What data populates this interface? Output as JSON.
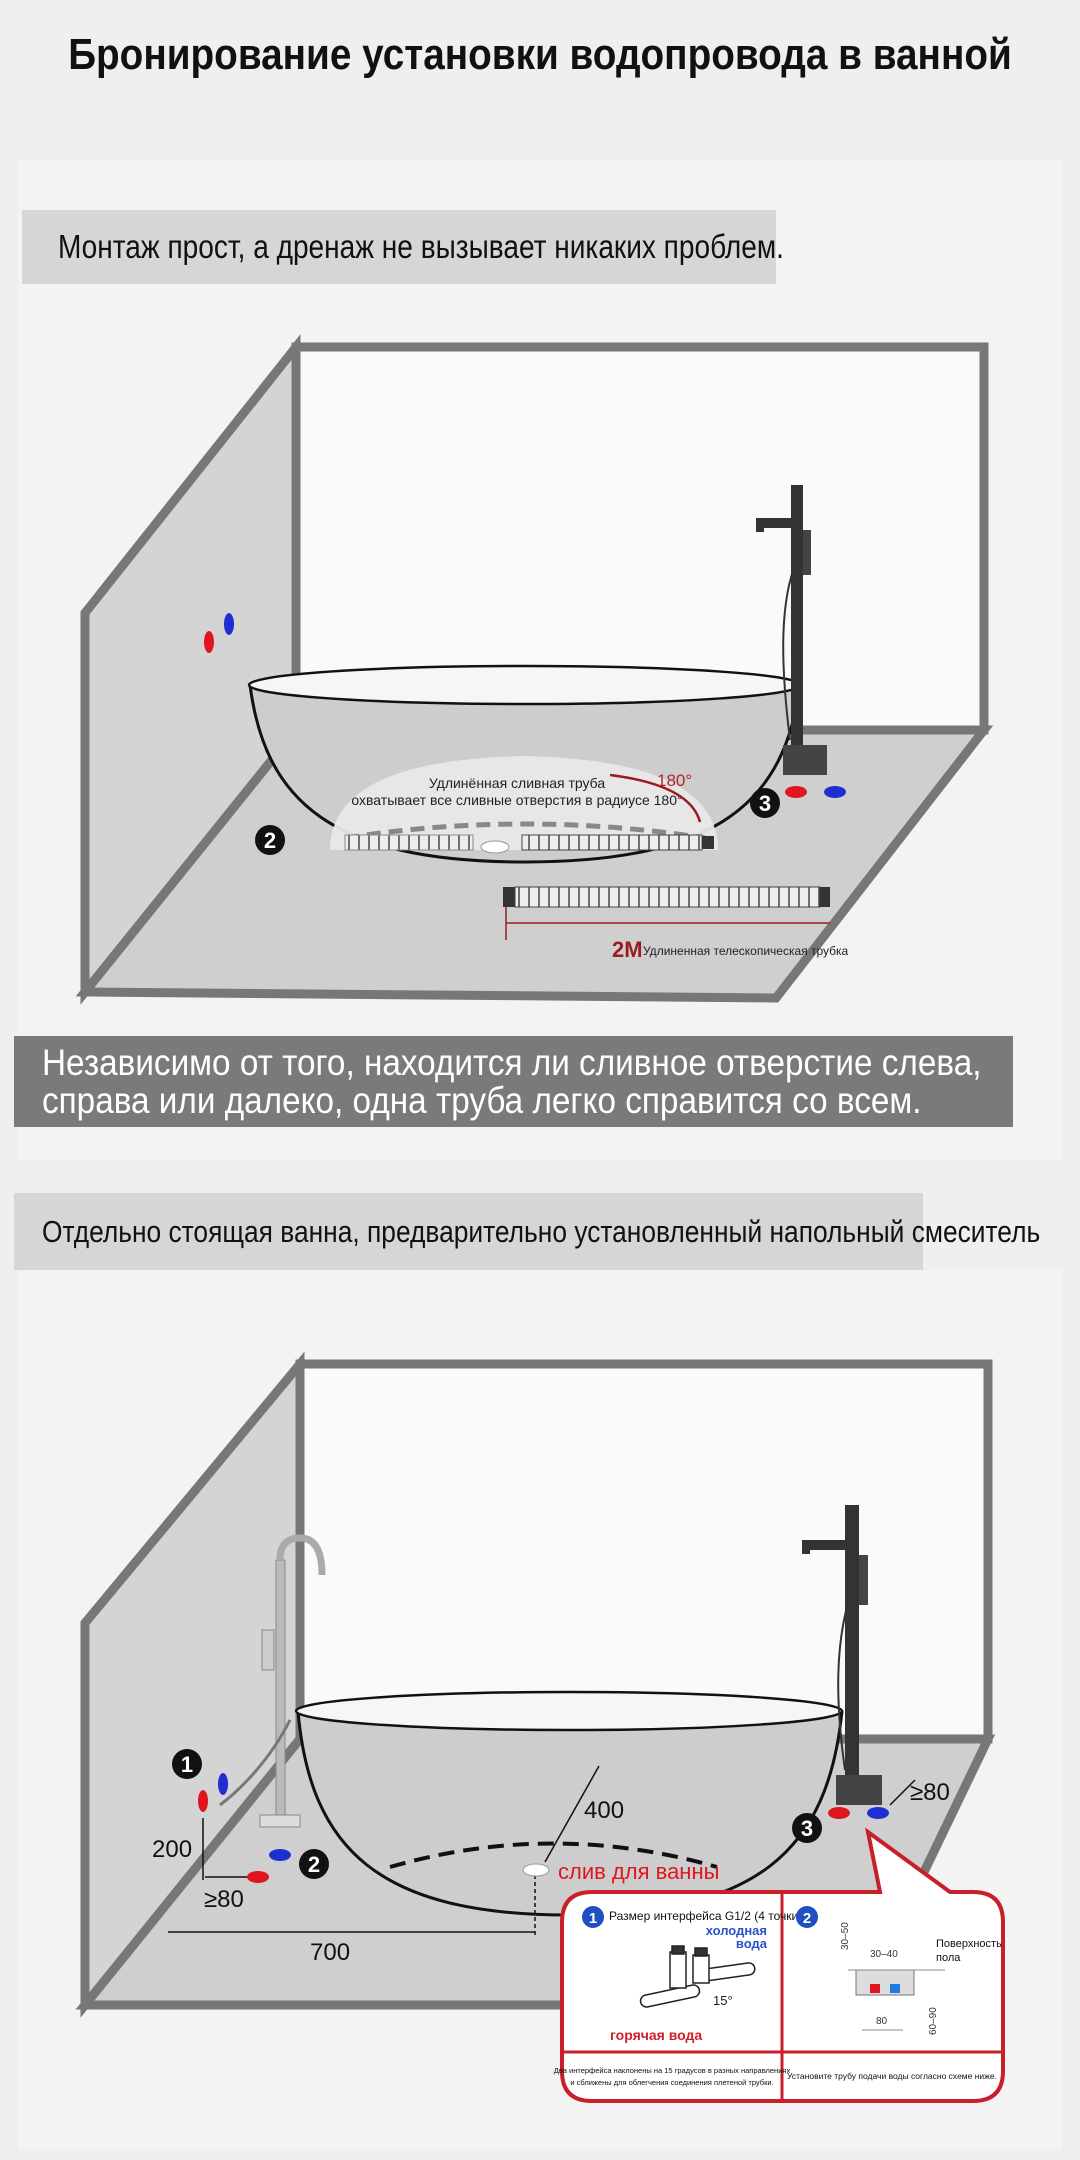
{
  "title": "Бронирование установки водопровода в ванной",
  "section1": {
    "label": "Монтаж прост, а дренаж не вызывает никаких проблем.",
    "dome_text_line1": "Удлинённая сливная труба",
    "dome_text_line2": "охватывает все сливные отверстия в радиусе 180°",
    "angle": "180°",
    "marker2": "2",
    "marker3": "3",
    "pipe_length": "2M",
    "pipe_caption": "Удлиненная телескопическая трубка"
  },
  "banner": {
    "line1": "Независимо от того, находится ли сливное отверстие слева,",
    "line2": "справа или далеко, одна труба легко справится со всем."
  },
  "section2": {
    "label": "Отдельно стоящая ванна, предварительно установленный напольный смеситель",
    "marker1": "1",
    "marker2": "2",
    "marker3": "3",
    "dim_200": "200",
    "dim_80_left": "≥80",
    "dim_700": "700",
    "dim_400": "400",
    "dim_80_right": "≥80",
    "drain_label": "слив для ванны"
  },
  "callout": {
    "panel1": {
      "number": "1",
      "title": "Размер интерфейса G1/2 (4 точки)",
      "cold": "холодная",
      "cold2": "вода",
      "hot": "горячая вода",
      "angle": "15°",
      "note_line1": "Два интерфейса наклонены на 15 градусов в разных направлениях",
      "note_line2": "и сближены для облегчения соединения плетеной трубки."
    },
    "panel2": {
      "number": "2",
      "dim_30_50": "30–50",
      "dim_30_40": "30–40",
      "dim_80": "80",
      "dim_60_90": "60–90",
      "surface": "Поверхность",
      "surface2": "пола",
      "note": "Установите трубу подачи воды согласно схеме ниже."
    }
  },
  "colors": {
    "hot": "#e0161e",
    "cold": "#1d2fd0",
    "accent_red": "#c8202a",
    "dark_red": "#9b1b1f",
    "blue_text": "#2a52c9"
  }
}
